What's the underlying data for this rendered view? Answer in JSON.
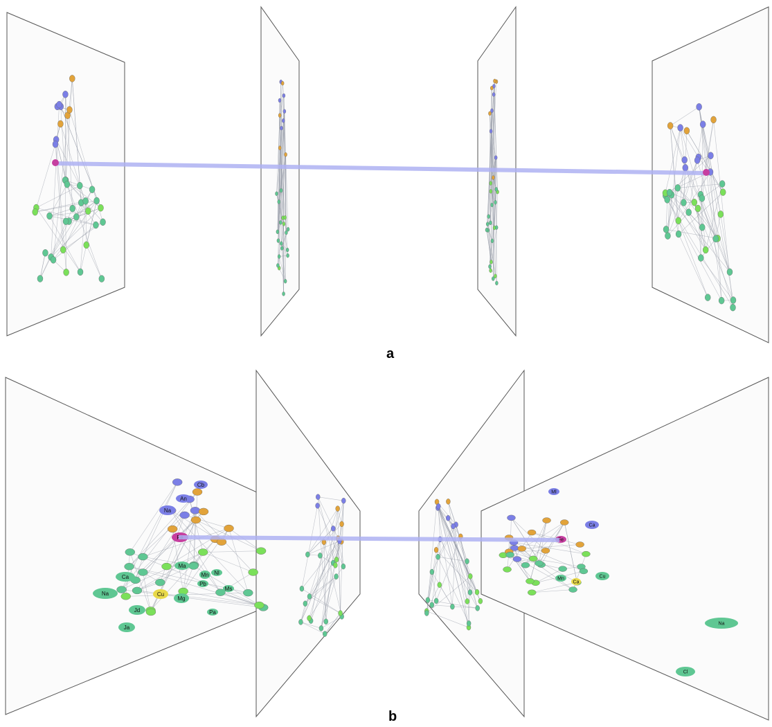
{
  "figure": {
    "panel_a_label": "a",
    "panel_b_label": "b"
  },
  "colors": {
    "frame": "#333333",
    "plane_fill": "#fafafa",
    "edge": "#8f95a3",
    "connector": "#b9bdf5",
    "blue_node": "#7b7fe6",
    "orange_node": "#e2a33a",
    "green_node": "#5fc793",
    "lime_node": "#7be05a",
    "yellow_node": "#e8d94a",
    "magenta_node": "#c63fa0"
  },
  "panel_b_node_labels": {
    "left": [
      "Cb",
      "An",
      "Na",
      "Fe",
      "Ca",
      "Na",
      "Cu",
      "Ma",
      "Mg",
      "Mn",
      "Pb",
      "Nl",
      "Jd",
      "Ja",
      "Ms",
      "Pa"
    ],
    "right": [
      "Ml",
      "Ca",
      "Cu",
      "Na",
      "Mn",
      "Ca",
      "Fe",
      "Cl"
    ]
  }
}
